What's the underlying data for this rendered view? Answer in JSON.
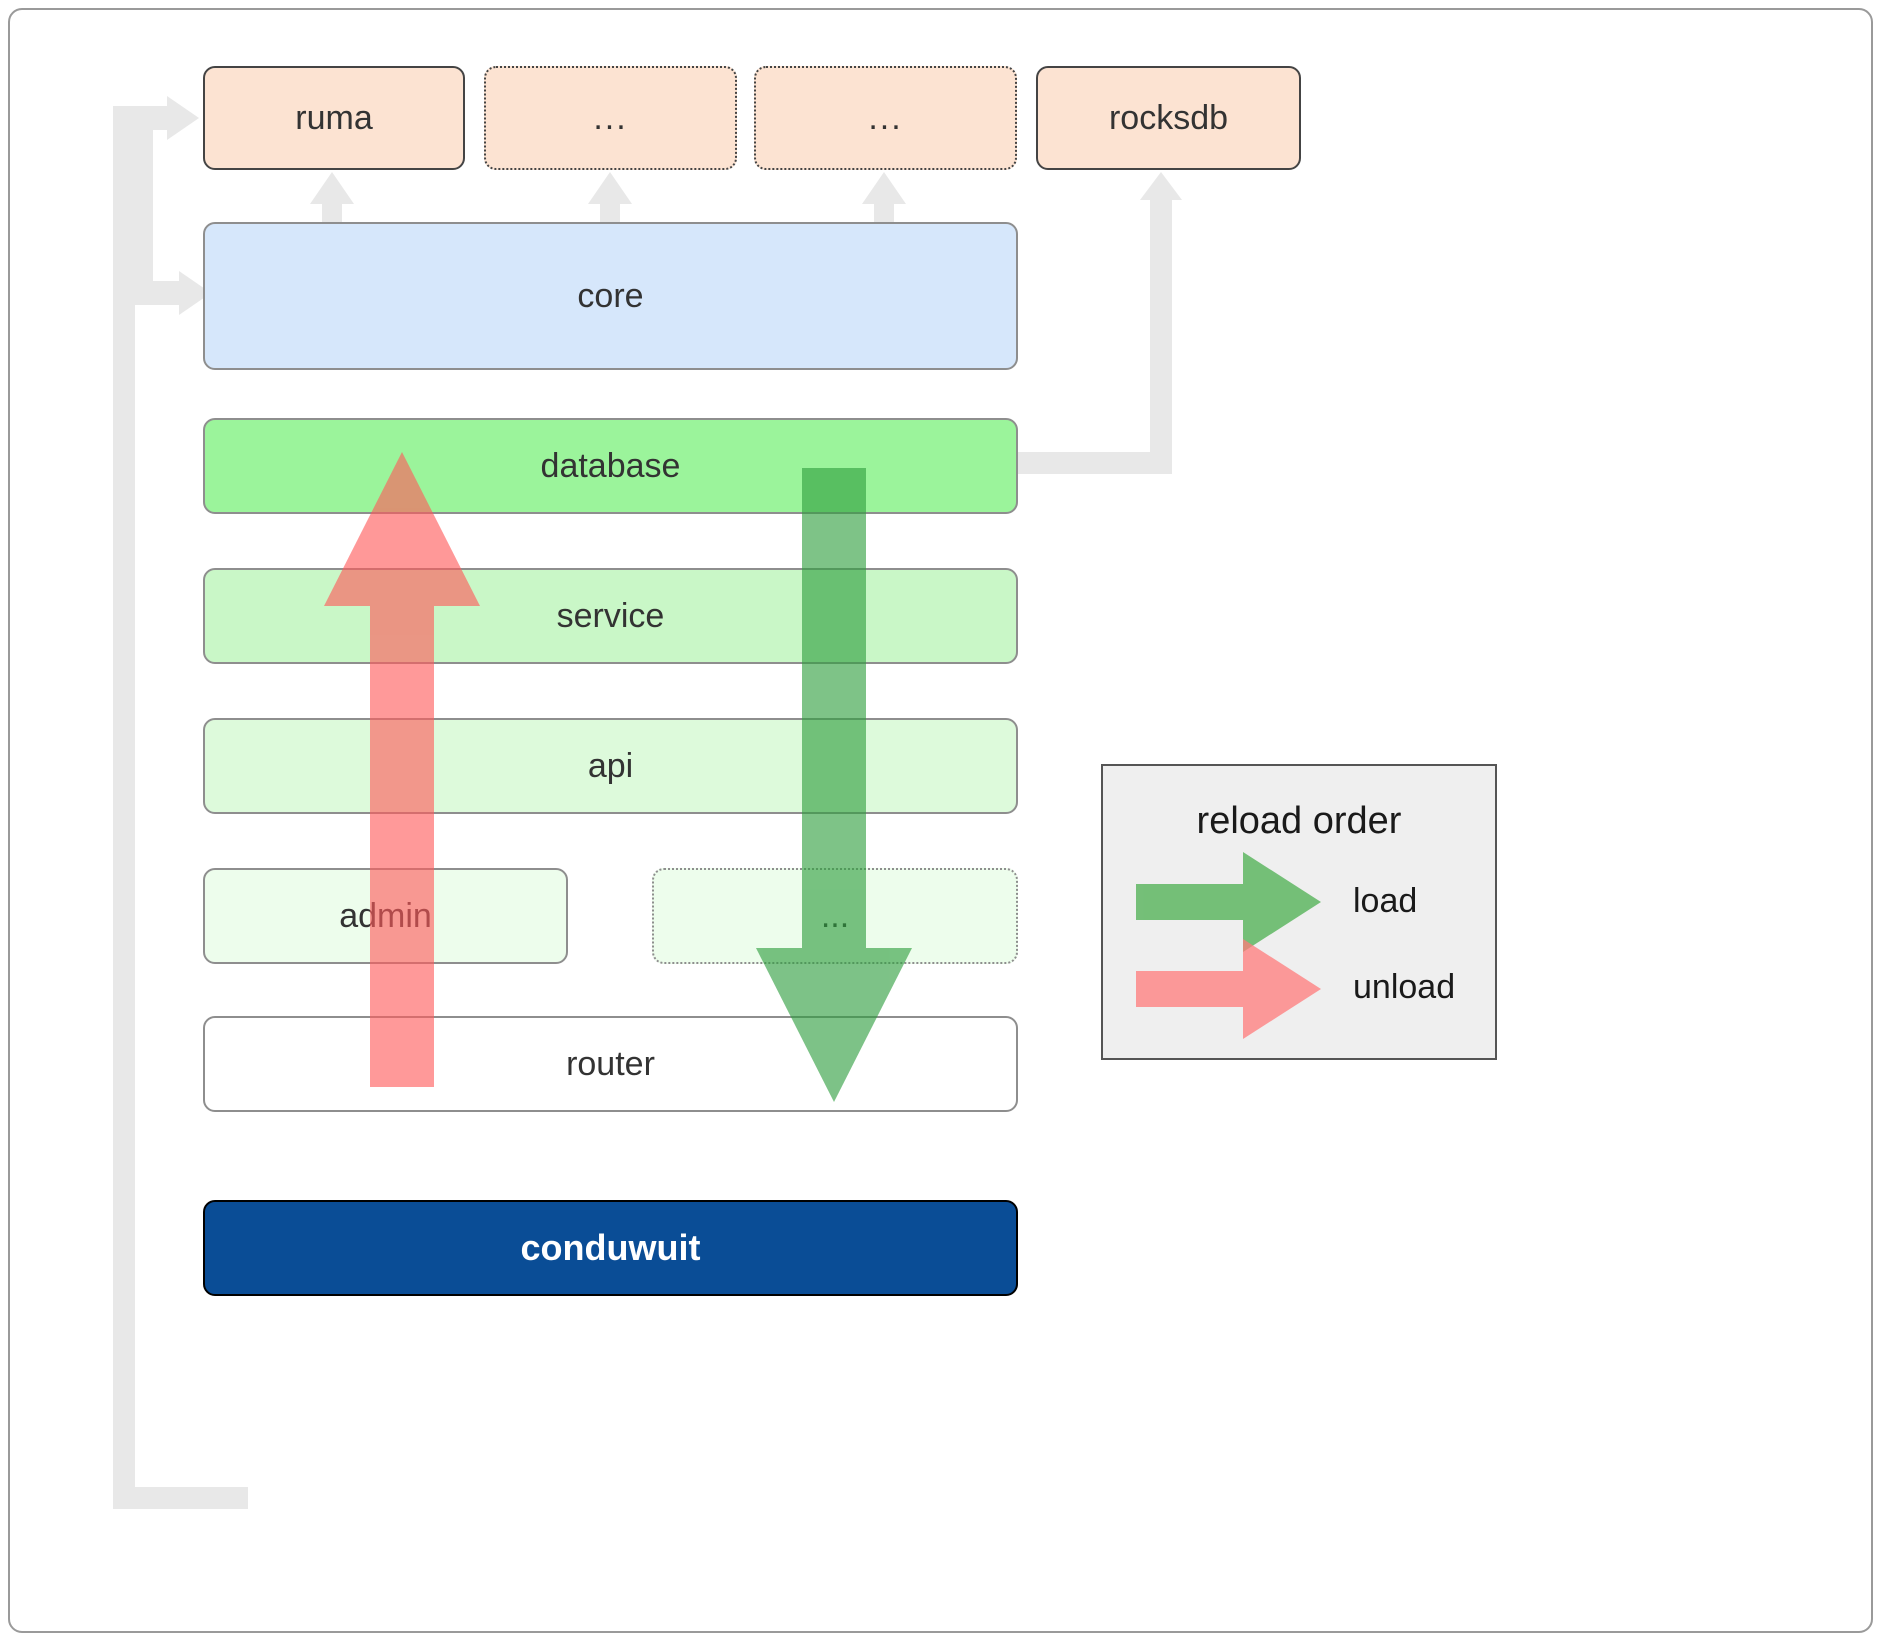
{
  "diagram": {
    "title": "conduwuit crate layering / reload order",
    "top_crates": [
      {
        "label": "ruma",
        "style": "solid"
      },
      {
        "label": "...",
        "style": "dotted"
      },
      {
        "label": "...",
        "style": "dotted"
      },
      {
        "label": "rocksdb",
        "style": "solid"
      }
    ],
    "layers": [
      {
        "label": "core",
        "style": "solid"
      },
      {
        "label": "database",
        "style": "solid"
      },
      {
        "label": "service",
        "style": "solid"
      },
      {
        "label": "api",
        "style": "solid"
      },
      {
        "label": "admin",
        "style": "solid"
      },
      {
        "label": "...",
        "style": "dotted"
      },
      {
        "label": "router",
        "style": "solid"
      }
    ],
    "root": {
      "label": "conduwuit"
    },
    "legend": {
      "title": "reload order",
      "items": [
        {
          "label": "load",
          "color": "#4caf50",
          "direction": "down"
        },
        {
          "label": "unload",
          "color": "#f77",
          "direction": "up"
        }
      ]
    },
    "colors": {
      "crate_fill": "#fce3d2",
      "core_fill": "#d6e7fb",
      "database_fill": "#9bf49b",
      "service_fill": "#c9f7c7",
      "api_fill": "#ddfadb",
      "admin_fill": "#edfdec",
      "router_fill": "#ffffff",
      "root_fill": "#0a4d96",
      "connector": "#e8e8e8",
      "load_arrow": "#4caf50",
      "unload_arrow": "#ff7b7b",
      "legend_bg": "#efefef"
    }
  }
}
